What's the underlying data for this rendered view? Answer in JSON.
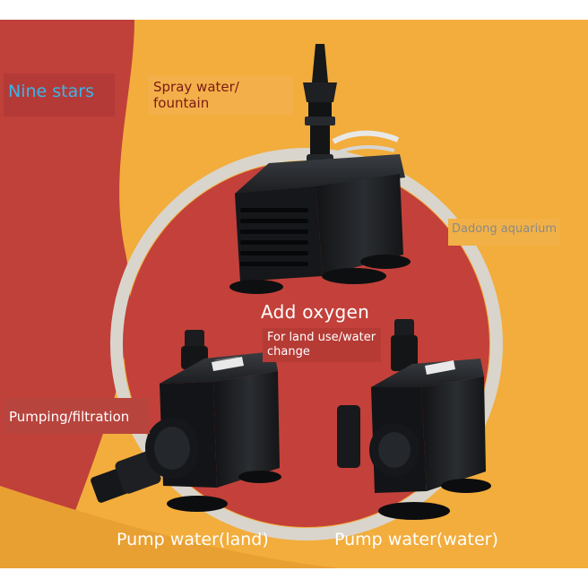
{
  "labels": {
    "brand": "Nine stars",
    "spray": "Spray water/ fountain",
    "dadong": "Dadong aquarium",
    "oxygen": "Add oxygen",
    "land_use": "For land use/water change",
    "pumping": "Pumping/filtration",
    "pump_land": "Pump water(land)",
    "pump_water": "Pump water(water)"
  },
  "colors": {
    "red_background": "#c0403a",
    "orange_background": "#f2ad3c",
    "pump_body": "#1b1d20",
    "ring": "#d8d4cc"
  },
  "icons": [
    "fountain-pump",
    "land-pump",
    "water-pump"
  ]
}
